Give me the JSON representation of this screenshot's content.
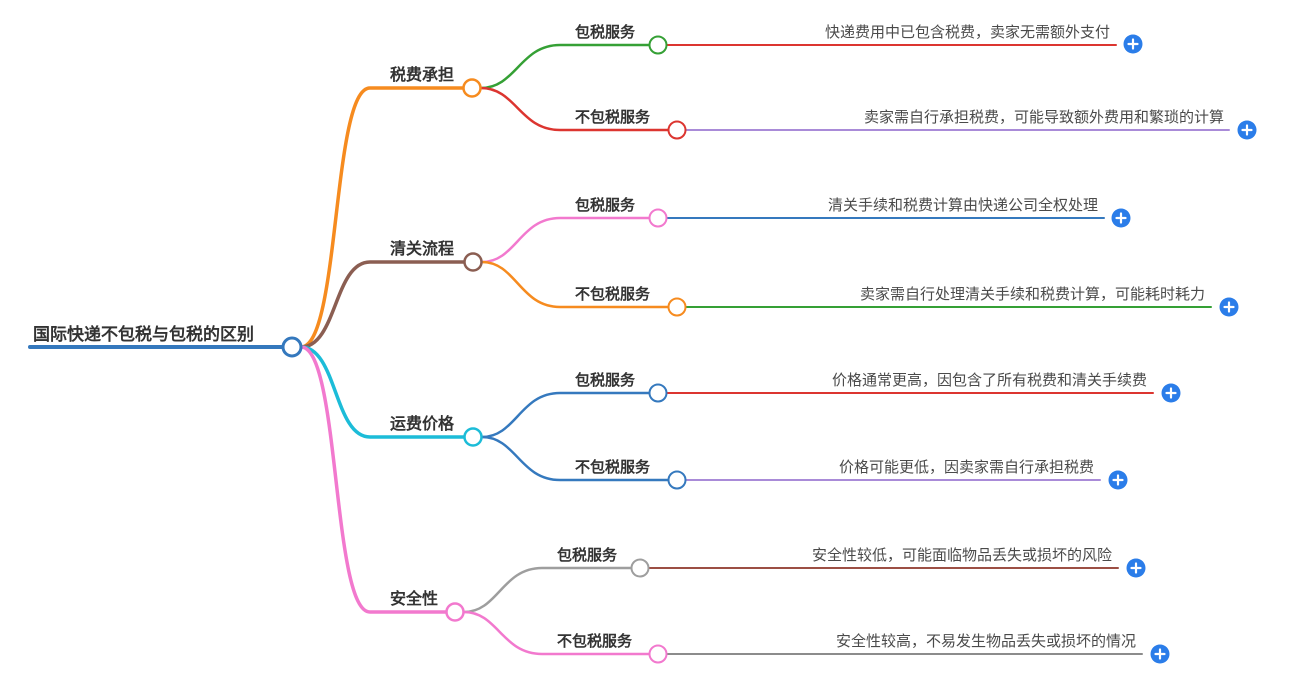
{
  "root": {
    "label": "国际快递不包税与包税的区别",
    "color": "#3478BD"
  },
  "plus_button": {
    "color": "#2B7DE9",
    "symbol": "+"
  },
  "branches": [
    {
      "label": "税费承担",
      "color": "#F68B1F",
      "children": [
        {
          "label": "包税服务",
          "color": "#35A035",
          "leaf": {
            "text": "快递费用中已包含税费，卖家无需额外支付",
            "color": "#DC3530"
          }
        },
        {
          "label": "不包税服务",
          "color": "#DC3530",
          "leaf": {
            "text": "卖家需自行承担税费，可能导致额外费用和繁琐的计算",
            "color": "#A98BD8"
          }
        }
      ]
    },
    {
      "label": "清关流程",
      "color": "#8B5E52",
      "children": [
        {
          "label": "包税服务",
          "color": "#F279CE",
          "leaf": {
            "text": "清关手续和税费计算由快递公司全权处理",
            "color": "#3579BE"
          }
        },
        {
          "label": "不包税服务",
          "color": "#F68B1F",
          "leaf": {
            "text": "卖家需自行处理清关手续和税费计算，可能耗时耗力",
            "color": "#35A035"
          }
        }
      ]
    },
    {
      "label": "运费价格",
      "color": "#1CBCD8",
      "children": [
        {
          "label": "包税服务",
          "color": "#3579BE",
          "leaf": {
            "text": "价格通常更高，因包含了所有税费和清关手续费",
            "color": "#DC3530"
          }
        },
        {
          "label": "不包税服务",
          "color": "#3579BE",
          "leaf": {
            "text": "价格可能更低，因卖家需自行承担税费",
            "color": "#A98BD8"
          }
        }
      ]
    },
    {
      "label": "安全性",
      "color": "#F279CE",
      "children": [
        {
          "label": "包税服务",
          "color": "#9E9E9E",
          "leaf": {
            "text": "安全性较低，可能面临物品丢失或损坏的风险",
            "color": "#9C4F44"
          }
        },
        {
          "label": "不包税服务",
          "color": "#F279CE",
          "leaf": {
            "text": "安全性较高，不易发生物品丢失或损坏的情况",
            "color": "#8C8C8C"
          }
        }
      ]
    }
  ]
}
